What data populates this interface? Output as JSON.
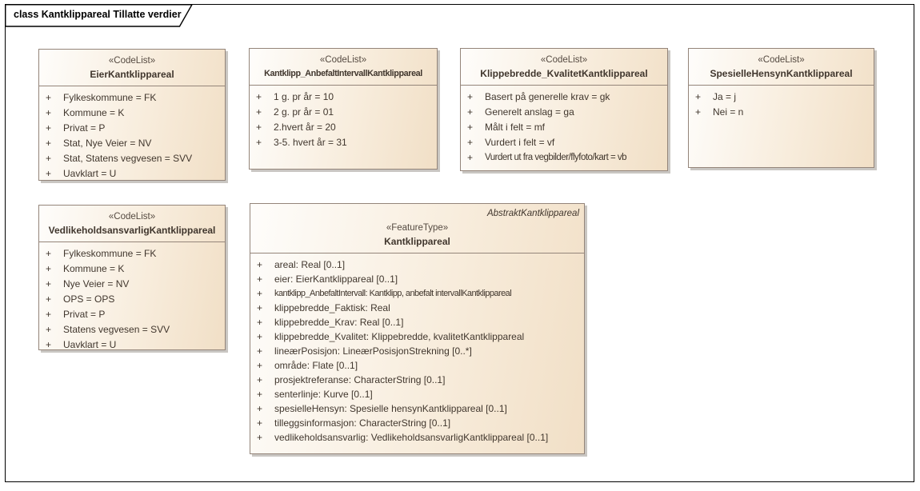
{
  "diagram": {
    "title": "class Kantklippareal Tillatte verdier",
    "colors": {
      "frame_border": "#000000",
      "box_border": "#94857a",
      "box_fill_dark": "#f1dfc6",
      "box_shadow": "#c9c6c2",
      "text": "#40362d"
    }
  },
  "visibility": "+",
  "classes": [
    {
      "stereotype": "«CodeList»",
      "name": "EierKantklippareal",
      "attributes": [
        "Fylkeskommune = FK",
        "Kommune = K",
        "Privat = P",
        "Stat, Nye Veier = NV",
        "Stat, Statens vegvesen = SVV",
        "Uavklart = U"
      ]
    },
    {
      "stereotype": "«CodeList»",
      "name": "Kantklipp_AnbefaltIntervallKantklippareal",
      "attributes": [
        "1 g. pr år = 10",
        "2 g. pr år = 01",
        "2.hvert år = 20",
        "3-5. hvert år = 31"
      ]
    },
    {
      "stereotype": "«CodeList»",
      "name": "Klippebredde_KvalitetKantklippareal",
      "attributes": [
        "Basert på generelle krav = gk",
        "Generelt anslag = ga",
        "Målt i felt = mf",
        "Vurdert i felt = vf",
        "Vurdert ut fra vegbilder/flyfoto/kart = vb"
      ]
    },
    {
      "stereotype": "«CodeList»",
      "name": "SpesielleHensynKantklippareal",
      "attributes": [
        "Ja = j",
        "Nei = n"
      ]
    },
    {
      "stereotype": "«CodeList»",
      "name": "VedlikeholdsansvarligKantklippareal",
      "attributes": [
        "Fylkeskommune = FK",
        "Kommune = K",
        "Nye Veier = NV",
        "OPS = OPS",
        "Privat = P",
        "Statens vegvesen = SVV",
        "Uavklart = U"
      ]
    },
    {
      "stereotype": "«FeatureType»",
      "name": "Kantklippareal",
      "parent": "AbstraktKantklippareal",
      "attributes": [
        "areal: Real [0..1]",
        "eier: EierKantklippareal [0..1]",
        "kantklipp_AnbefaltIntervall: Kantklipp, anbefalt intervallKantklippareal",
        "klippebredde_Faktisk: Real",
        "klippebredde_Krav: Real [0..1]",
        "klippebredde_Kvalitet: Klippebredde, kvalitetKantklippareal",
        "lineærPosisjon: LineærPosisjonStrekning [0..*]",
        "område: Flate [0..1]",
        "prosjektreferanse: CharacterString [0..1]",
        "senterlinje: Kurve [0..1]",
        "spesielleHensyn: Spesielle hensynKantklippareal [0..1]",
        "tilleggsinformasjon: CharacterString [0..1]",
        "vedlikeholdsansvarlig: VedlikeholdsansvarligKantklippareal [0..1]"
      ]
    }
  ]
}
